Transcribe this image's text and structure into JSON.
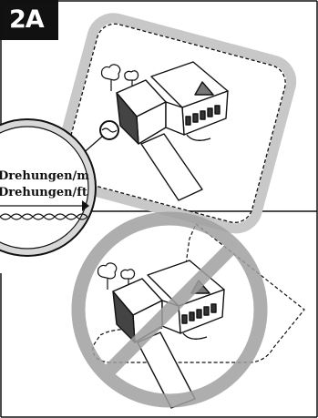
{
  "figure": {
    "panel_label": "2A",
    "callout_line_1": "Drehungen/m",
    "callout_line_2": "Drehungen/ft"
  },
  "colors": {
    "boundary_band": "#c8c8c8",
    "prohibition_sign": "#a0a0a0",
    "ink": "#111111"
  },
  "icons": [
    "house-illustration",
    "tree-icon",
    "wire-loop-icon",
    "prohibited-sign-icon"
  ]
}
